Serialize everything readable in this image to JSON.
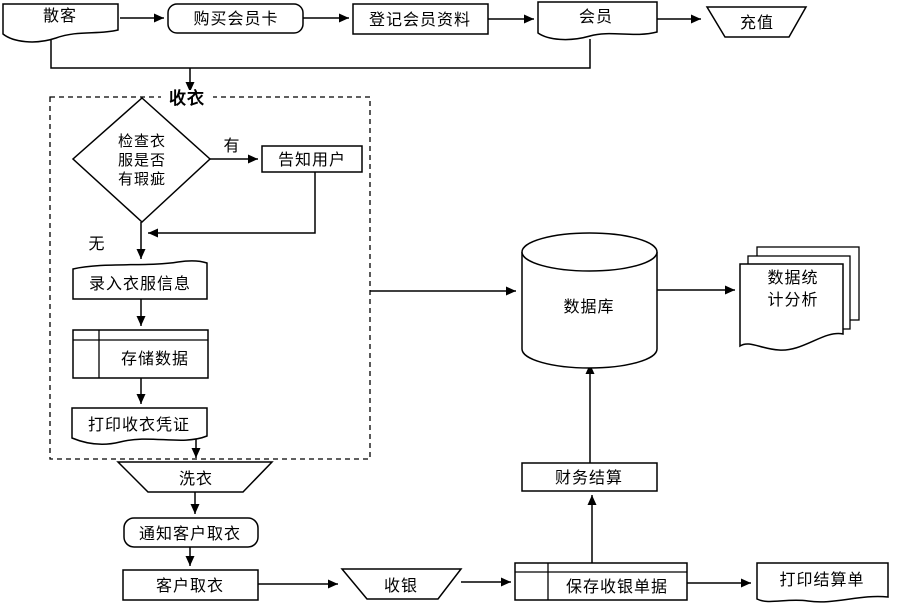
{
  "colors": {
    "stroke": "#000000",
    "background": "#ffffff",
    "shape_fill": "#ffffff"
  },
  "nodes": {
    "walk_in_customer": {
      "label": "散客",
      "shape": "document"
    },
    "buy_membership_card": {
      "label": "购买会员卡",
      "shape": "rounded-rect"
    },
    "register_member_info": {
      "label": "登记会员资料",
      "shape": "rect"
    },
    "member": {
      "label": "会员",
      "shape": "document"
    },
    "recharge": {
      "label": "充值",
      "shape": "manual-operation-trapezoid"
    },
    "receive_clothes_group": {
      "label": "收衣",
      "shape": "dashed-group"
    },
    "check_defects": {
      "line1": "检查衣",
      "line2": "服是否",
      "line3": "有瑕疵",
      "shape": "decision-diamond"
    },
    "inform_user": {
      "label": "告知用户",
      "shape": "rect"
    },
    "enter_clothes_info": {
      "label": "录入衣服信息",
      "shape": "rect-wavy-top"
    },
    "store_data": {
      "label": "存储数据",
      "shape": "internal-storage"
    },
    "print_receive_receipt": {
      "label": "打印收衣凭证",
      "shape": "document"
    },
    "wash_clothes": {
      "label": "洗衣",
      "shape": "manual-operation-trapezoid"
    },
    "notify_customer_pickup": {
      "label": "通知客户取衣",
      "shape": "rounded-rect"
    },
    "customer_pickup": {
      "label": "客户取衣",
      "shape": "rect"
    },
    "cashier": {
      "label": "收银",
      "shape": "manual-operation-trapezoid"
    },
    "save_cashier_receipt": {
      "label": "保存收银单据",
      "shape": "internal-storage"
    },
    "financial_settlement": {
      "label": "财务结算",
      "shape": "rect"
    },
    "database": {
      "label": "数据库",
      "shape": "cylinder"
    },
    "data_statistics": {
      "line1": "数据统",
      "line2": "计分析",
      "shape": "multi-document"
    },
    "print_settlement_bill": {
      "label": "打印结算单",
      "shape": "document"
    }
  },
  "edge_labels": {
    "yes": "有",
    "no": "无"
  }
}
